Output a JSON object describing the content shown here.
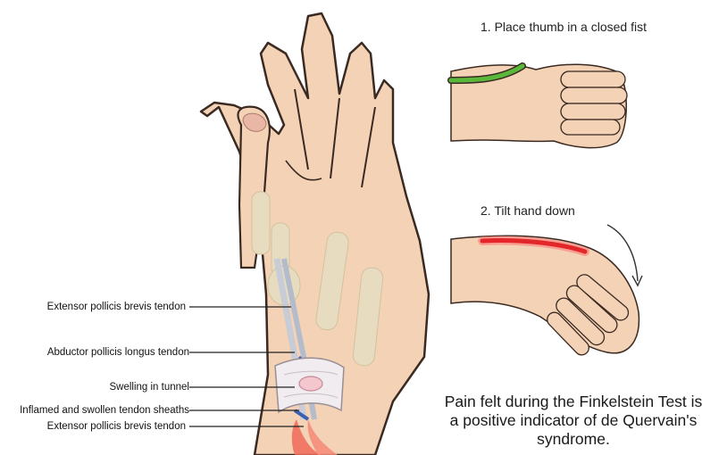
{
  "anatomy": {
    "labels": [
      "Extensor pollicis brevis tendon",
      "Abductor pollicis longus tendon",
      "Swelling in tunnel",
      "Inflamed and swollen tendon sheaths",
      "Extensor pollicis brevis tendon"
    ]
  },
  "steps": [
    {
      "text": "1.   Place thumb in a closed fist"
    },
    {
      "text": "2.  Tilt hand down"
    }
  ],
  "caption": "Pain felt during the Finkelstein Test is a positive indicator of de Quervain's syndrome.",
  "colors": {
    "skin": "#f3d2b6",
    "skin_outline": "#3a2a22",
    "bone": "#e8dcc0",
    "green_marker": "#59b83a",
    "red_marker": "#e2262a",
    "tendon_blue": "#3a5fb0"
  }
}
